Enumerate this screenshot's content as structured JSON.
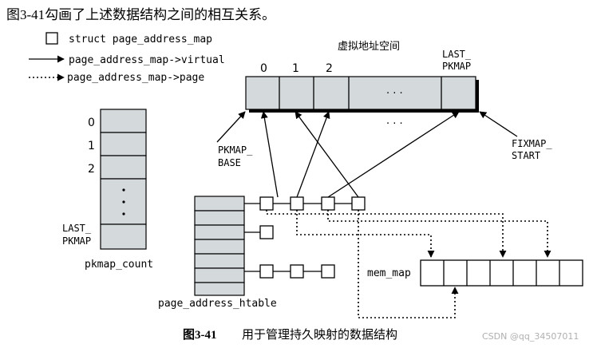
{
  "header": {
    "text": "图3-41勾画了上述数据结构之间的相互关系。"
  },
  "legend": {
    "struct": "struct page_address_map",
    "virtual": "page_address_map->virtual",
    "page": "page_address_map->page"
  },
  "virtual_space": {
    "title": "虚拟地址空间",
    "labels": [
      "0",
      "1",
      "2"
    ],
    "last_line1": "LAST_",
    "last_line2": "PKMAP",
    "ellipsis": "· · ·"
  },
  "pkmap_count": {
    "labels": [
      "0",
      "1",
      "2"
    ],
    "last_line1": "LAST_",
    "last_line2": "PKMAP",
    "name": "pkmap_count"
  },
  "pkmap_base": {
    "line1": "PKMAP_",
    "line2": "BASE"
  },
  "fixmap_start": {
    "line1": "FIXMAP_",
    "line2": "START"
  },
  "mem_map": {
    "name": "mem_map"
  },
  "htable": {
    "name": "page_address_htable"
  },
  "caption": {
    "figure_no": "图3-41",
    "text": "用于管理持久映射的数据结构"
  },
  "watermark": {
    "text": "CSDN @qq_34507011"
  }
}
